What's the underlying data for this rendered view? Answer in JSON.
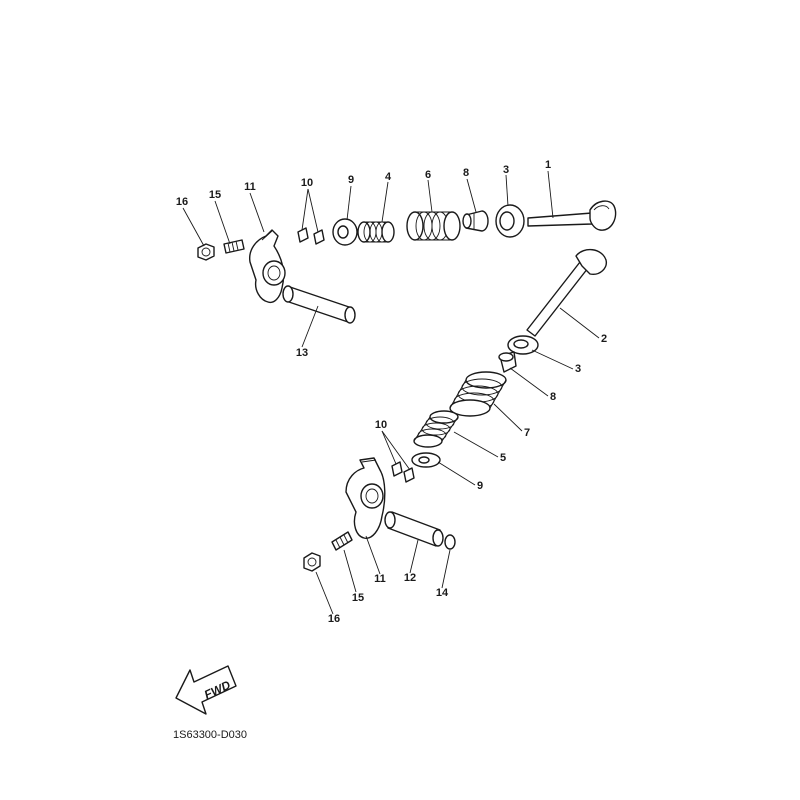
{
  "callouts": {
    "c1": "1",
    "c2": "2",
    "c3a": "3",
    "c3b": "3",
    "c4": "4",
    "c5": "5",
    "c6": "6",
    "c7": "7",
    "c8a": "8",
    "c8b": "8",
    "c9a": "9",
    "c9b": "9",
    "c10a": "10",
    "c10b": "10",
    "c11a": "11",
    "c11b": "11",
    "c12": "12",
    "c13": "13",
    "c14": "14",
    "c15a": "15",
    "c15b": "15",
    "c16a": "16",
    "c16b": "16"
  },
  "fwd_label": "FWD",
  "diagram_code": "1S63300-D030"
}
